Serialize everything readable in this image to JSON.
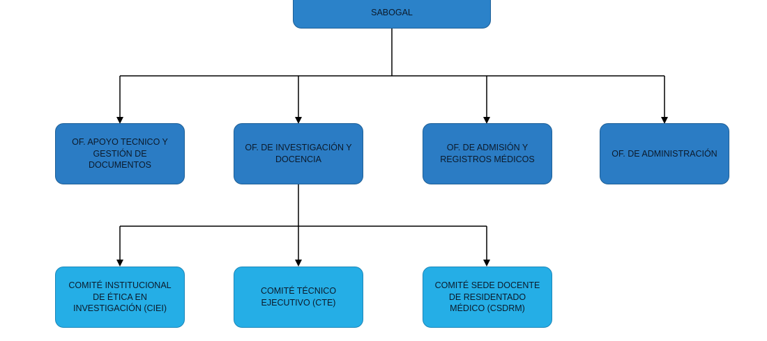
{
  "org_chart": {
    "root": {
      "label": "SABOGAL"
    },
    "offices": [
      {
        "label": "OF. APOYO TECNICO Y\nGESTIÓN DE\nDOCUMENTOS"
      },
      {
        "label": "OF. DE INVESTIGACIÓN Y\nDOCENCIA"
      },
      {
        "label": "OF. DE ADMISIÓN Y\nREGISTROS MÉDICOS"
      },
      {
        "label": "OF. DE ADMINISTRACIÓN"
      }
    ],
    "committees": [
      {
        "label": "COMITÉ INSTITUCIONAL\nDE ÉTICA EN\nINVESTIGACIÓN (CIEI)"
      },
      {
        "label": "COMITÉ TÉCNICO\nEJECUTIVO (CTE)"
      },
      {
        "label": "COMITÉ SEDE DOCENTE\nDE RESIDENTADO\nMÉDICO (CSDRM)"
      }
    ]
  }
}
